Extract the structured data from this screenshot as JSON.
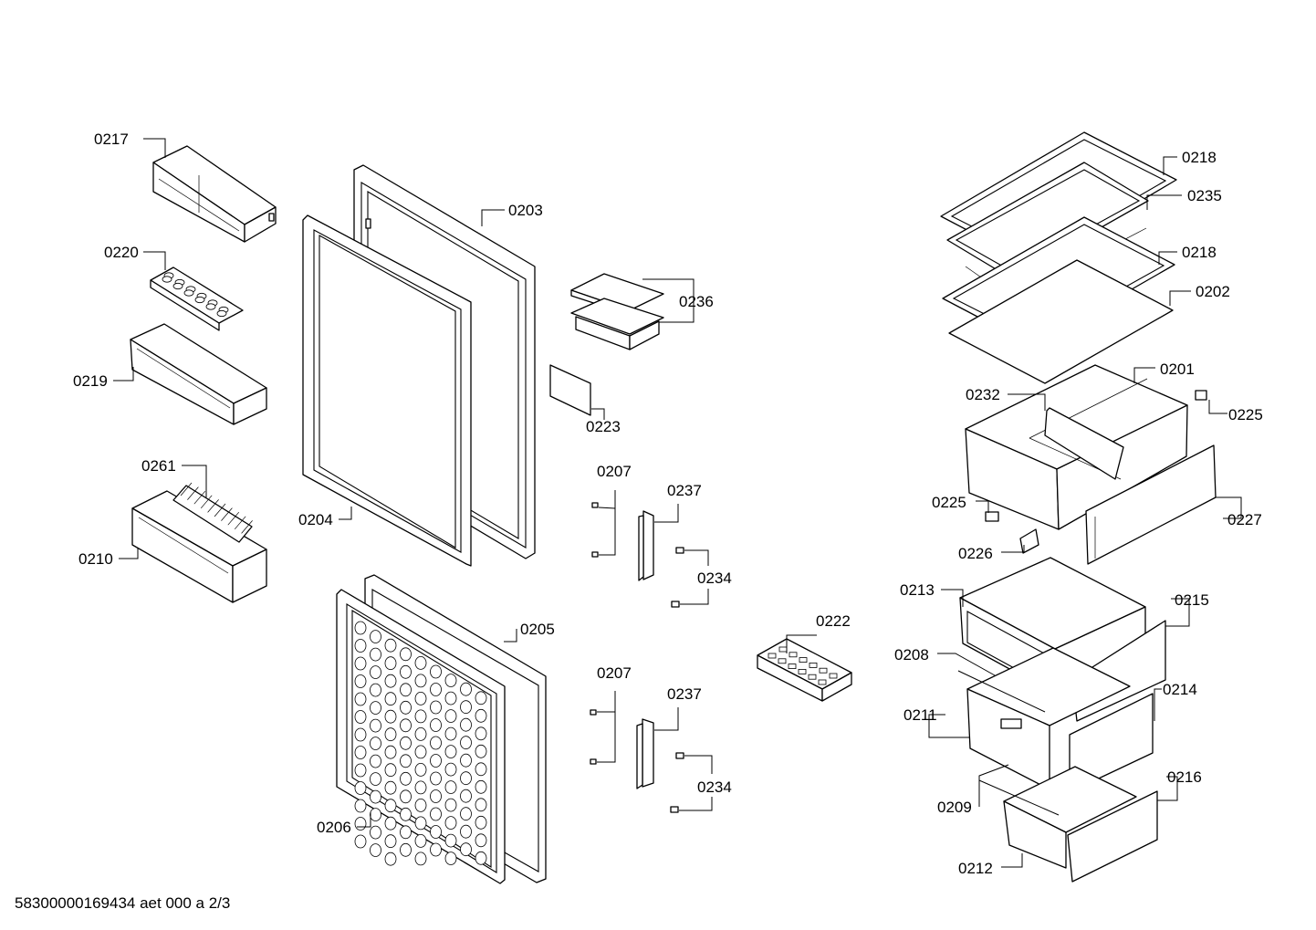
{
  "labels": {
    "p0217": "0217",
    "p0220": "0220",
    "p0219": "0219",
    "p0261": "0261",
    "p0210": "0210",
    "p0203": "0203",
    "p0204": "0204",
    "p0205": "0205",
    "p0206": "0206",
    "p0236": "0236",
    "p0223": "0223",
    "p0207a": "0207",
    "p0237a": "0237",
    "p0234a": "0234",
    "p0207b": "0207",
    "p0237b": "0237",
    "p0234b": "0234",
    "p0222": "0222",
    "p0218a": "0218",
    "p0235": "0235",
    "p0218b": "0218",
    "p0202": "0202",
    "p0201": "0201",
    "p0232": "0232",
    "p0225a": "0225",
    "p0225b": "0225",
    "p0227": "0227",
    "p0226": "0226",
    "p0213": "0213",
    "p0215": "0215",
    "p0208": "0208",
    "p0211": "0211",
    "p0214": "0214",
    "p0209": "0209",
    "p0216": "0216",
    "p0212": "0212"
  },
  "footer": "58300000169434 aet 000 a 2/3",
  "colors": {
    "line": "#000000",
    "background": "#ffffff"
  }
}
